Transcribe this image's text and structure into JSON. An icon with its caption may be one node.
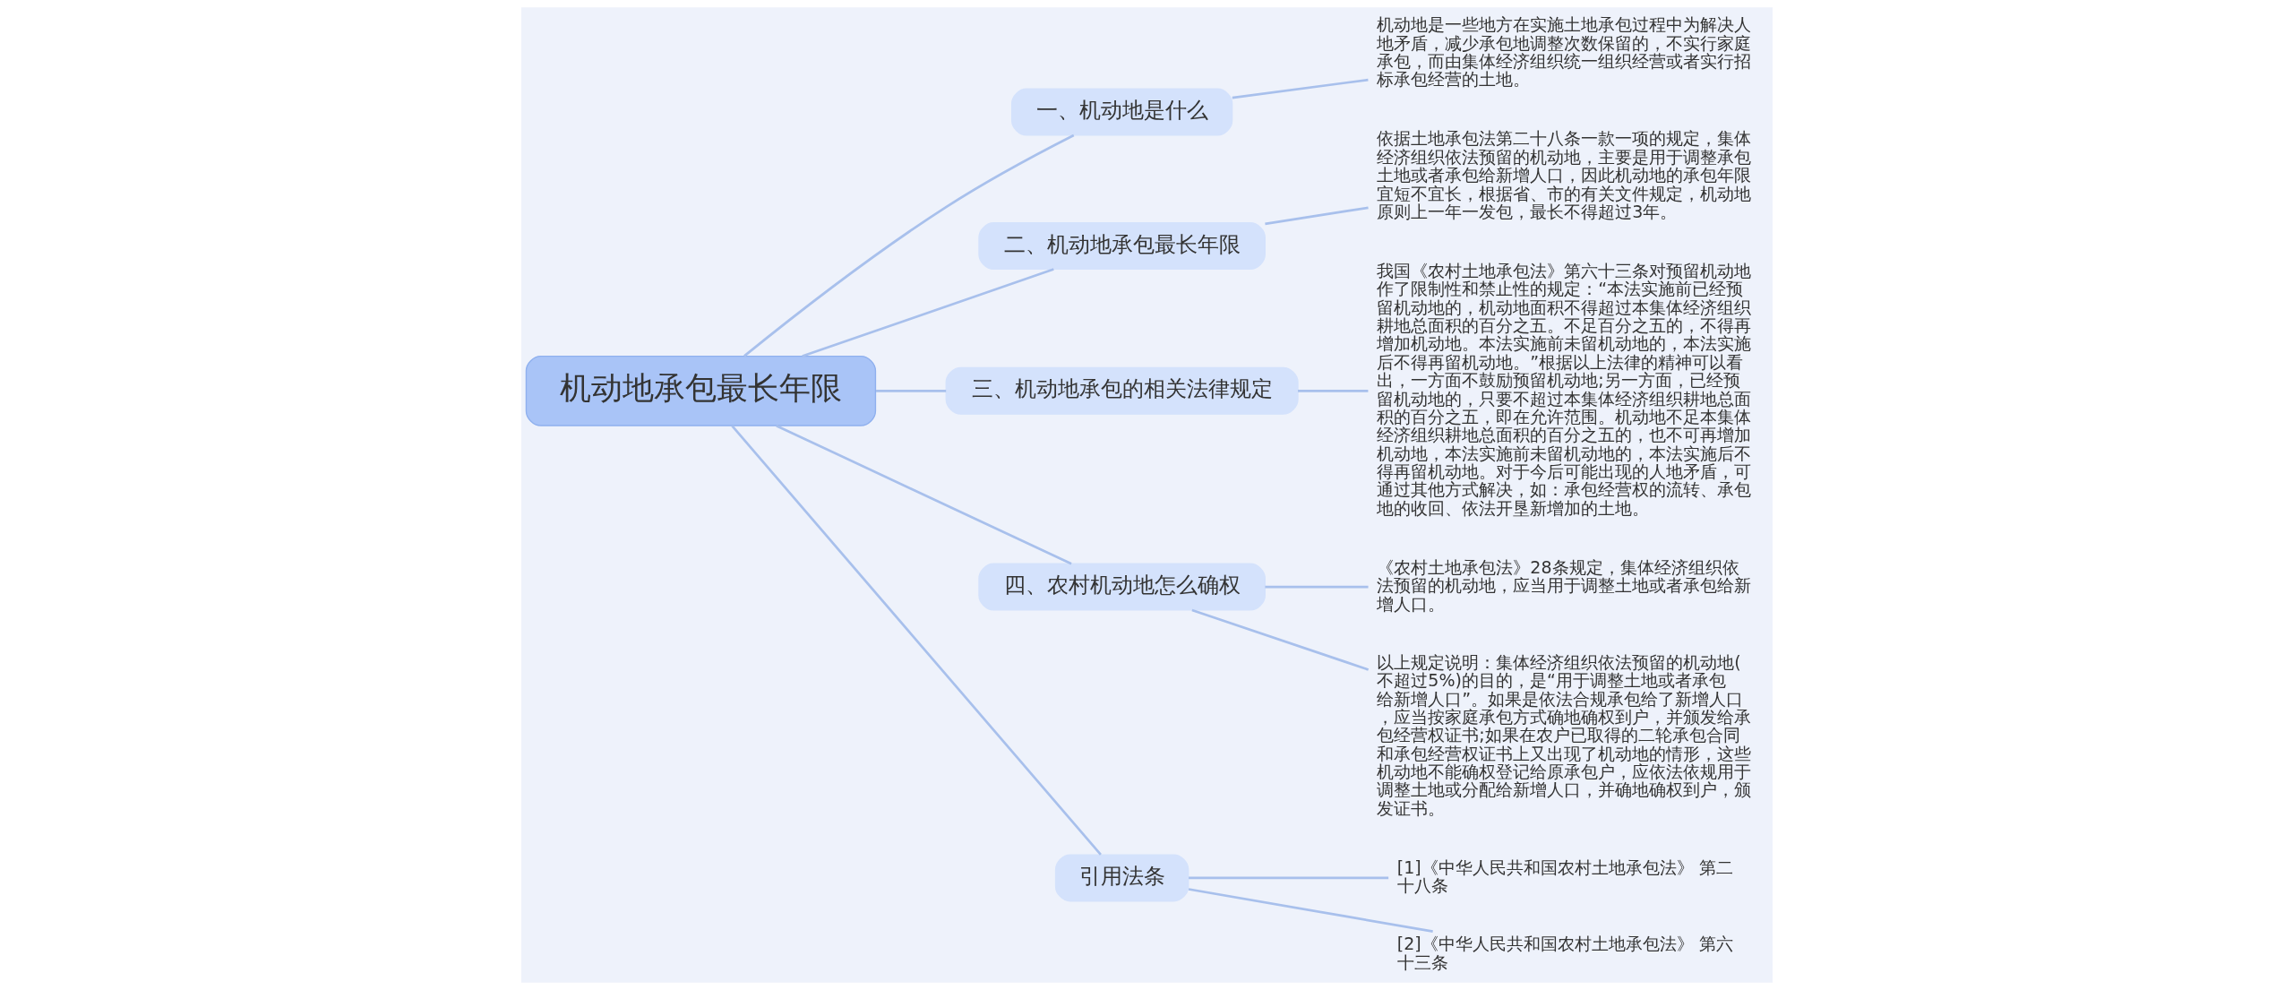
{
  "diagram": {
    "nodes": [
      {
        "text": [
          "机动地承包最长年限"
        ]
      },
      {
        "text": [
          "一、机动地是什么"
        ]
      },
      {
        "text": [
          "机动地是一些地方在实施土地承包过程中为解决人地矛盾，减少承包地调整次数保留的，不实行家庭承包，而由集体经济组织统一组织经营或者实行招标承包经营的土地。"
        ]
      },
      {
        "text": [
          "二、机动地承包最长年限"
        ]
      },
      {
        "text": [
          "依据土地承包法第二十八条一款一项的规定，集体经济组织依法预留的机动地，主要是用于调整承包土地或者承包给新增人口，因此机动地的承包年限宜短不宜长，根据省、市的有关文件规定，机动地原则上一年一发包，最长不得超过3年。"
        ]
      },
      {
        "text": [
          "三、机动地承包的相关法律规定"
        ]
      },
      {
        "text": [
          "我国《农村土地承包法》第六十三条对预留机动地作了限制性和禁止性的规定：“本法实施前已经预留机动地的，机动地面积不得超过本集体经济组织耕地总面积的百分之五。不足百分之五的，不得再增加机动地。本法实施前未留机动地的，本法实施后不得再留机动地。”根据以上法律的精神可以看出，一方面不鼓励预留机动地;另一方面，已经预留机动地的，只要不超过本集体经济组织耕地总面积的百分之五，即在允许范围。机动地不足本集体经济组织耕地总面积的百分之五的，也不可再增加机动地，本法实施前未留机动地的，本法实施后不得再留机动地。对于今后可能出现的人地矛盾，可通过其他方式解决，如：承包经营权的流转、承包地的收回、依法开垦新增加的土地。"
        ]
      },
      {
        "text": [
          "四、农村机动地怎么确权"
        ]
      },
      {
        "text": [
          "《农村土地承包法》28条规定，集体经济组织依法预留的机动地，应当用于调整土地或者承包给新增人口。"
        ]
      },
      {
        "text": [
          "以上规定说明：集体经济组织依法预留的机动地(不超过5%)的目的，是“用于调整土地或者承包给新增人口”。如果是依法合规承包给了新增人口，应当按家庭承包方式确地确权到户，并颁发给承包经营权证书;如果在农户已取得的二轮承包合同和承包经营权证书上又出现了机动地的情形，这些机动地不能确权登记给原承包户，应依法依规用于调整土地或分配给新增人口，并确地确权到户，颁发证书。"
        ]
      },
      {
        "text": [
          "引用法条"
        ]
      },
      {
        "text": [
          "[1]《中华人民共和国农村土地承包法》 第二十八条"
        ]
      },
      {
        "text": [
          "[2]《中华人民共和国农村土地承包法》 第六十三条"
        ]
      }
    ],
    "edges": [
      {
        "from": 0,
        "to": 1,
        "arrow": "none"
      },
      {
        "from": 1,
        "to": 2,
        "arrow": "none"
      },
      {
        "from": 0,
        "to": 3,
        "arrow": "none"
      },
      {
        "from": 3,
        "to": 4,
        "arrow": "none"
      },
      {
        "from": 0,
        "to": 5,
        "arrow": "none"
      },
      {
        "from": 5,
        "to": 6,
        "arrow": "none"
      },
      {
        "from": 0,
        "to": 7,
        "arrow": "none"
      },
      {
        "from": 7,
        "to": 8,
        "arrow": "none"
      },
      {
        "from": 7,
        "to": 9,
        "arrow": "none"
      },
      {
        "from": 0,
        "to": 10,
        "arrow": "none"
      },
      {
        "from": 10,
        "to": 11,
        "arrow": "none"
      },
      {
        "from": 10,
        "to": 12,
        "arrow": "none"
      }
    ]
  }
}
